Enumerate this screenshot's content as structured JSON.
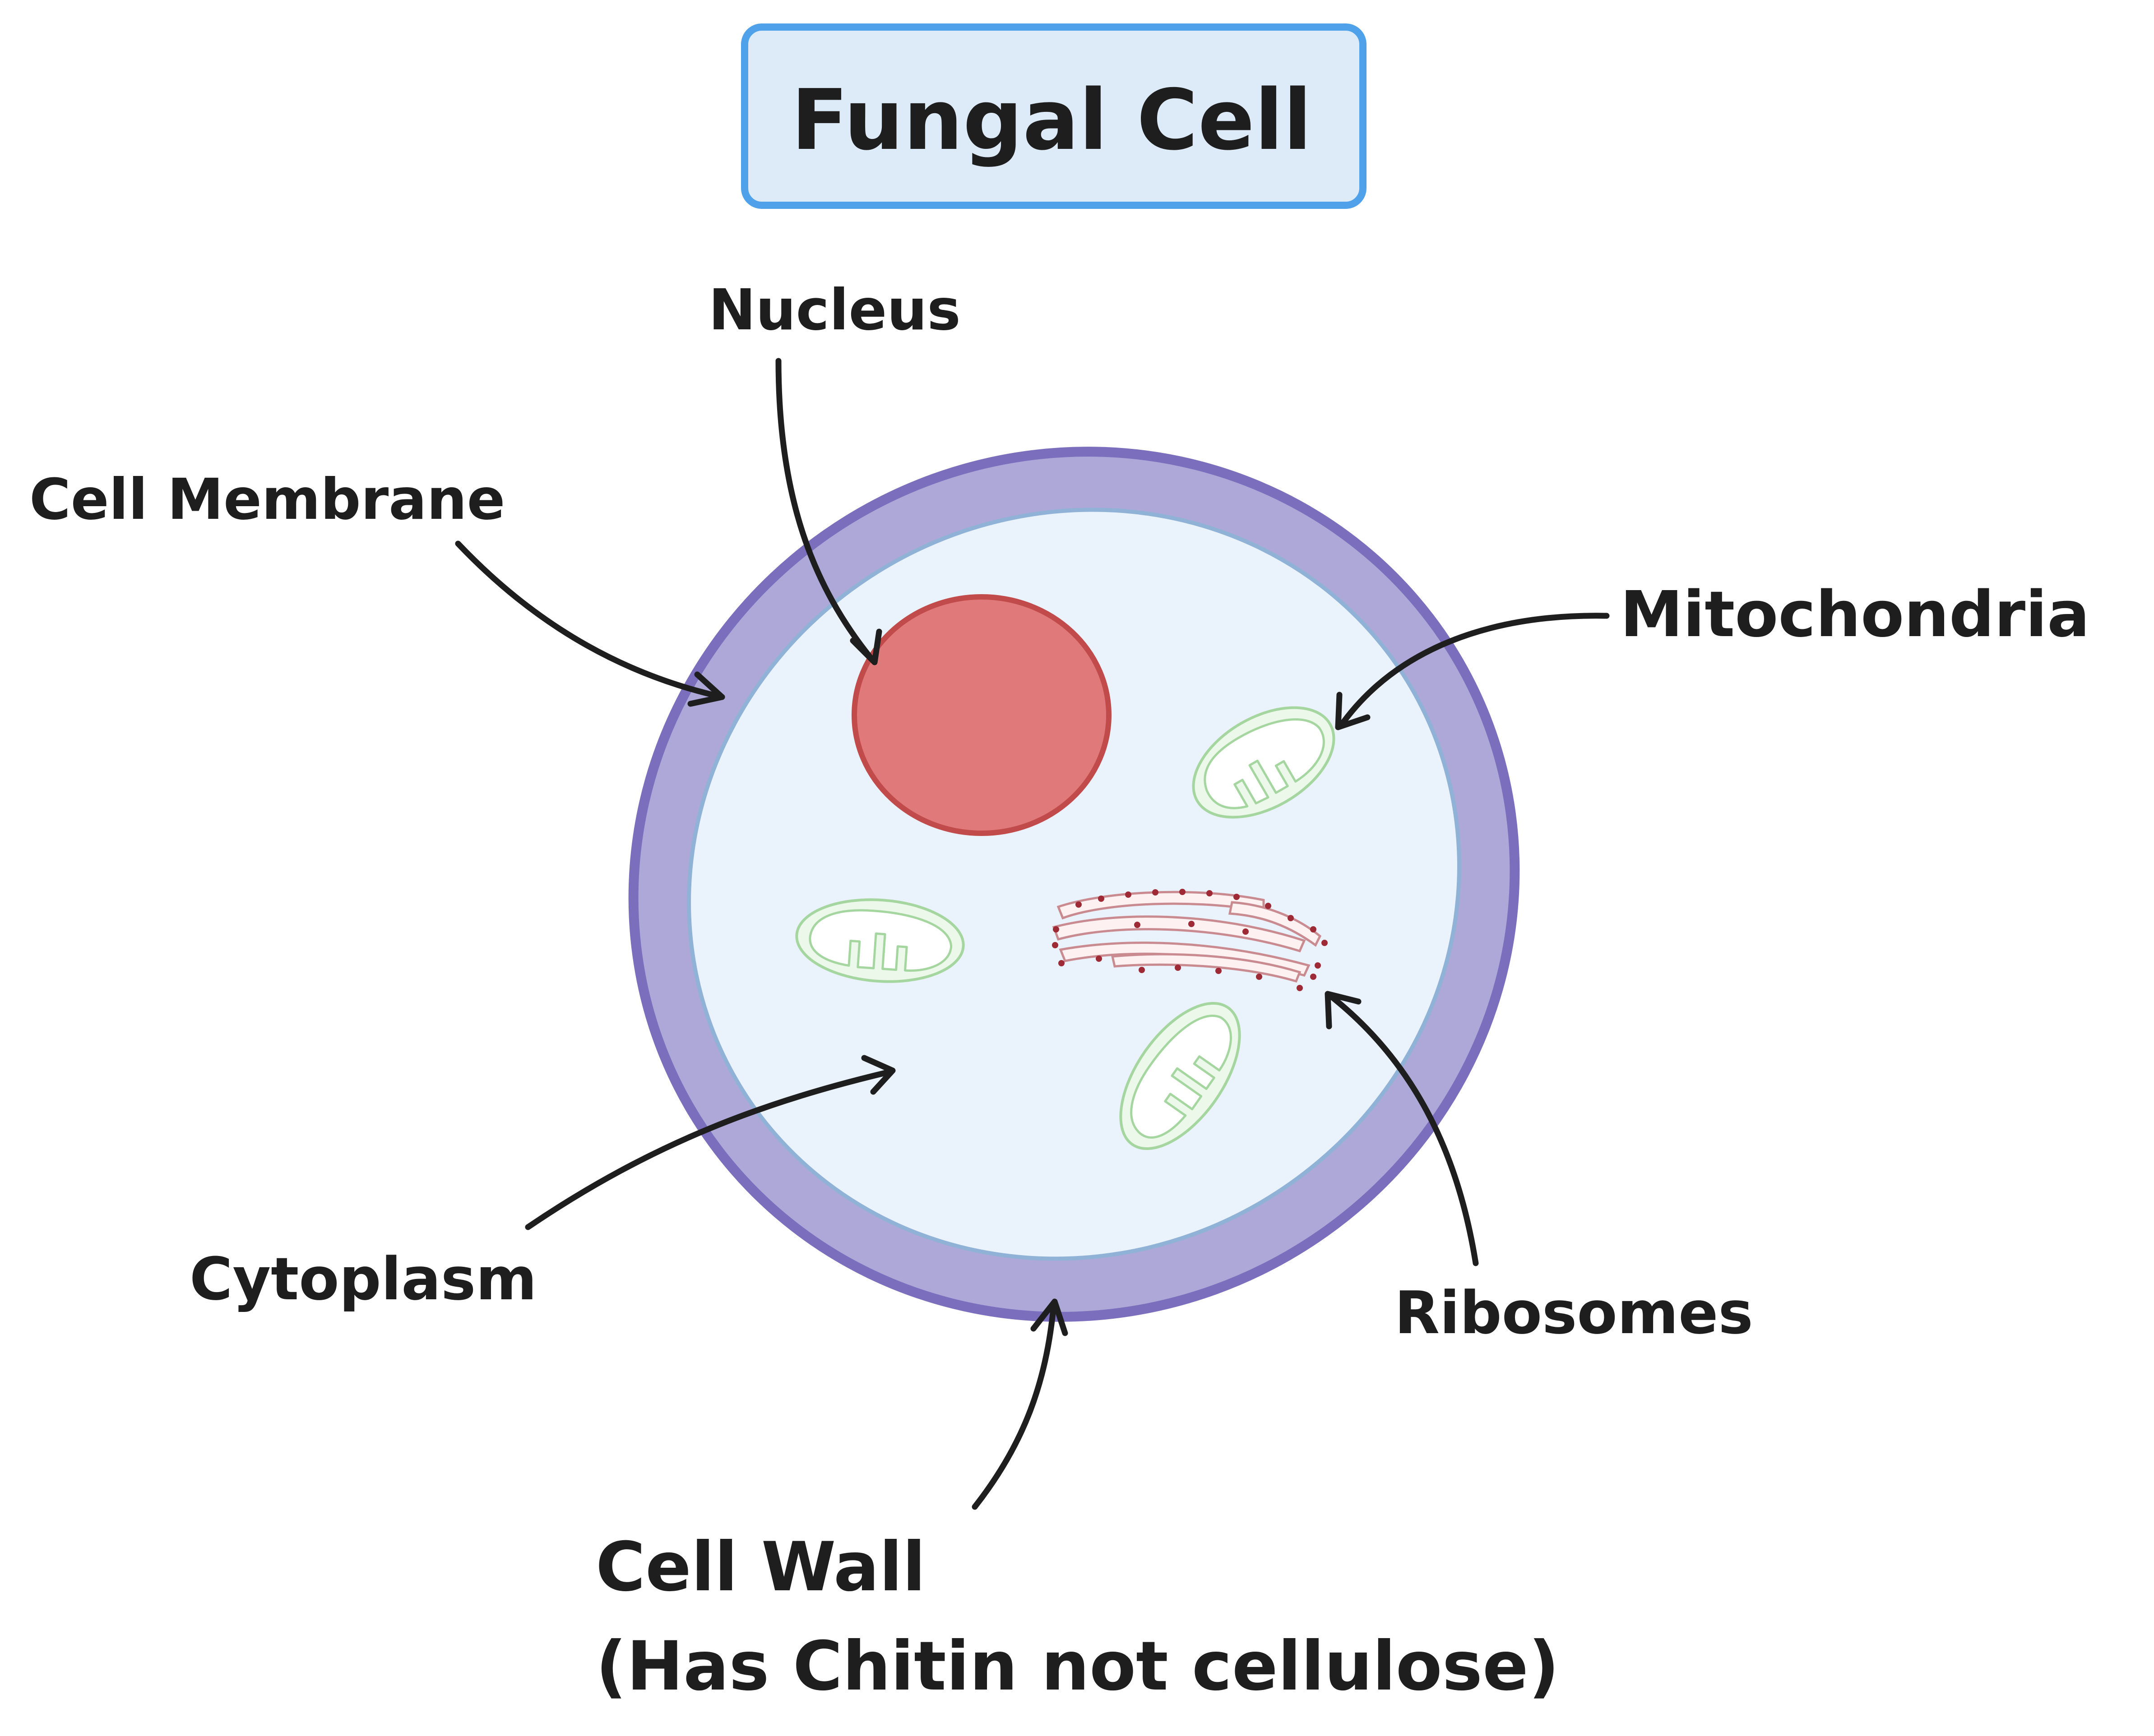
{
  "title": "Fungal Cell",
  "labels": {
    "nucleus": "Nucleus",
    "cell_membrane": "Cell Membrane",
    "mitochondria": "Mitochondria",
    "cytoplasm": "Cytoplasm",
    "ribosomes": "Ribosomes",
    "cell_wall_line1": "Cell Wall",
    "cell_wall_line2": "(Has Chitin not cellulose)"
  },
  "colors": {
    "title_fill": "#ddebf8",
    "title_border": "#4fa1ea",
    "cell_wall_fill": "#aea8d9",
    "cell_wall_stroke": "#7b6fbd",
    "cytoplasm_fill": "#eaf2fb",
    "membrane_stroke": "#8fb2d6",
    "nucleus_fill": "#e07a7a",
    "nucleus_stroke": "#c14a4a",
    "mitochondria_stroke": "#a5d6a0",
    "ribosome_color": "#9e2a35",
    "text": "#1e1e1e"
  }
}
